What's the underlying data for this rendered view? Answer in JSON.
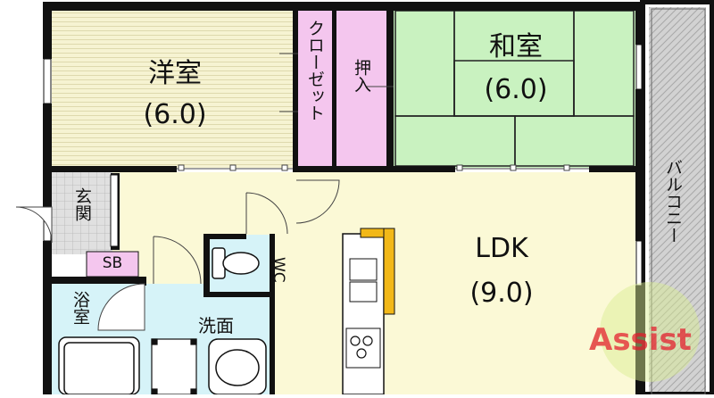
{
  "rooms": {
    "western_room": {
      "name": "洋室",
      "size": "(6.0)"
    },
    "closet": {
      "name": "クローゼット"
    },
    "oshiire": {
      "name": "押入"
    },
    "japanese_room": {
      "name": "和室",
      "size": "(6.0)"
    },
    "balcony": {
      "name": "バルコニー"
    },
    "entrance": {
      "name": "玄関"
    },
    "shoe_box": {
      "name": "SB"
    },
    "toilet": {
      "name": "WC"
    },
    "ldk": {
      "name": "LDK",
      "size": "(9.0)"
    },
    "bath": {
      "name": "浴室"
    },
    "washroom": {
      "name": "洗面"
    }
  },
  "watermark": {
    "text": "Assist"
  },
  "colors": {
    "wall": "#111111",
    "western_room": "#f6f3d2",
    "closet": "#f4c6ee",
    "japanese_room": "#c9f2c0",
    "balcony": "#d0d0d0",
    "entrance": "#d9d9d9",
    "ldk": "#fbf9d6",
    "wet_area": "#d6f3f8",
    "kitchen_counter": "#f2b818"
  }
}
